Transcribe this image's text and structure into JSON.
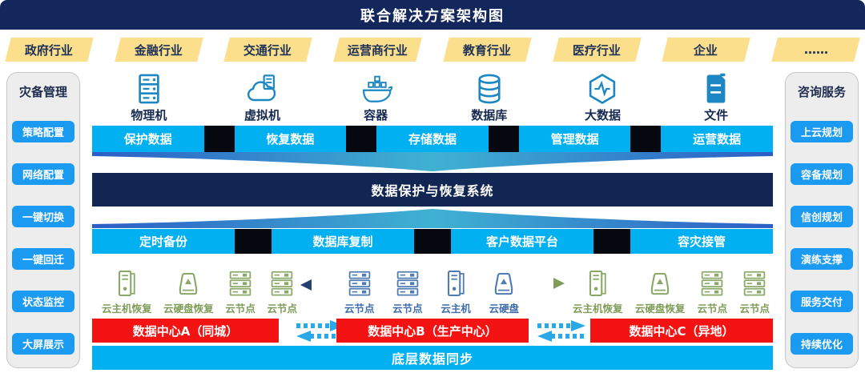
{
  "title": "联合解决方案架构图",
  "industries": {
    "items": [
      "政府行业",
      "金融行业",
      "交通行业",
      "运营商行业",
      "教育行业",
      "医疗行业",
      "企业",
      "……"
    ]
  },
  "left_panel": {
    "title": "灾备管理",
    "items": [
      "策略配置",
      "网络配置",
      "一键切换",
      "一键回迁",
      "状态监控",
      "大屏展示"
    ]
  },
  "right_panel": {
    "title": "咨询服务",
    "items": [
      "上云规划",
      "容备规划",
      "信创规划",
      "演练支撑",
      "服务交付",
      "持续优化"
    ]
  },
  "resources": {
    "items": [
      {
        "label": "物理机",
        "icon": "rack-server-icon"
      },
      {
        "label": "虚拟机",
        "icon": "cloud-vm-icon"
      },
      {
        "label": "容器",
        "icon": "container-icon"
      },
      {
        "label": "数据库",
        "icon": "database-icon"
      },
      {
        "label": "大数据",
        "icon": "bigdata-hexagon-icon"
      },
      {
        "label": "文件",
        "icon": "file-icon"
      }
    ]
  },
  "data_services": {
    "segments": [
      "保护数据",
      "恢复数据",
      "存储数据",
      "管理数据",
      "运营数据"
    ]
  },
  "system_band": {
    "label": "数据保护与恢复系统"
  },
  "capabilities": {
    "segments": [
      "定时备份",
      "数据库复制",
      "客户数据平台",
      "容灾接管"
    ]
  },
  "clusters": {
    "site_a": {
      "items": [
        {
          "label": "云主机恢复",
          "icon": "tower-host-icon"
        },
        {
          "label": "云硬盘恢复",
          "icon": "disk-icon"
        },
        {
          "label": "云节点",
          "icon": "node-rack-icon"
        },
        {
          "label": "云节点",
          "icon": "node-rack-icon"
        }
      ]
    },
    "site_b": {
      "items": [
        {
          "label": "云节点",
          "icon": "node-rack-icon"
        },
        {
          "label": "云节点",
          "icon": "node-rack-icon"
        },
        {
          "label": "云主机",
          "icon": "tower-host-icon"
        },
        {
          "label": "云硬盘",
          "icon": "disk-icon"
        }
      ]
    },
    "site_c": {
      "items": [
        {
          "label": "云主机恢复",
          "icon": "tower-host-icon"
        },
        {
          "label": "云硬盘恢复",
          "icon": "disk-icon"
        },
        {
          "label": "云节点",
          "icon": "node-rack-icon"
        },
        {
          "label": "云节点",
          "icon": "node-rack-icon"
        }
      ]
    }
  },
  "datacenters": {
    "items": [
      "数据中心A（同城）",
      "数据中心B（生产中心）",
      "数据中心C（异地）"
    ]
  },
  "bottom_bar": {
    "label": "底层数据同步"
  },
  "colors": {
    "navy": "#14275c",
    "cyan": "#00b0f0",
    "red": "#f31313",
    "tab_yellow": "#fbdf8d",
    "button_blue": "#1a9af0",
    "panel_gray": "#ededed",
    "resource_icon_blue": "#1c87c2",
    "green_icon": "#8aa968",
    "blue_icon": "#4f7cb2",
    "segment_separator": "#06080f",
    "arrow_cyan": "#29a9e8",
    "wave_blue": "#2c5ec6",
    "wave_teal": "#3eb2d2"
  }
}
